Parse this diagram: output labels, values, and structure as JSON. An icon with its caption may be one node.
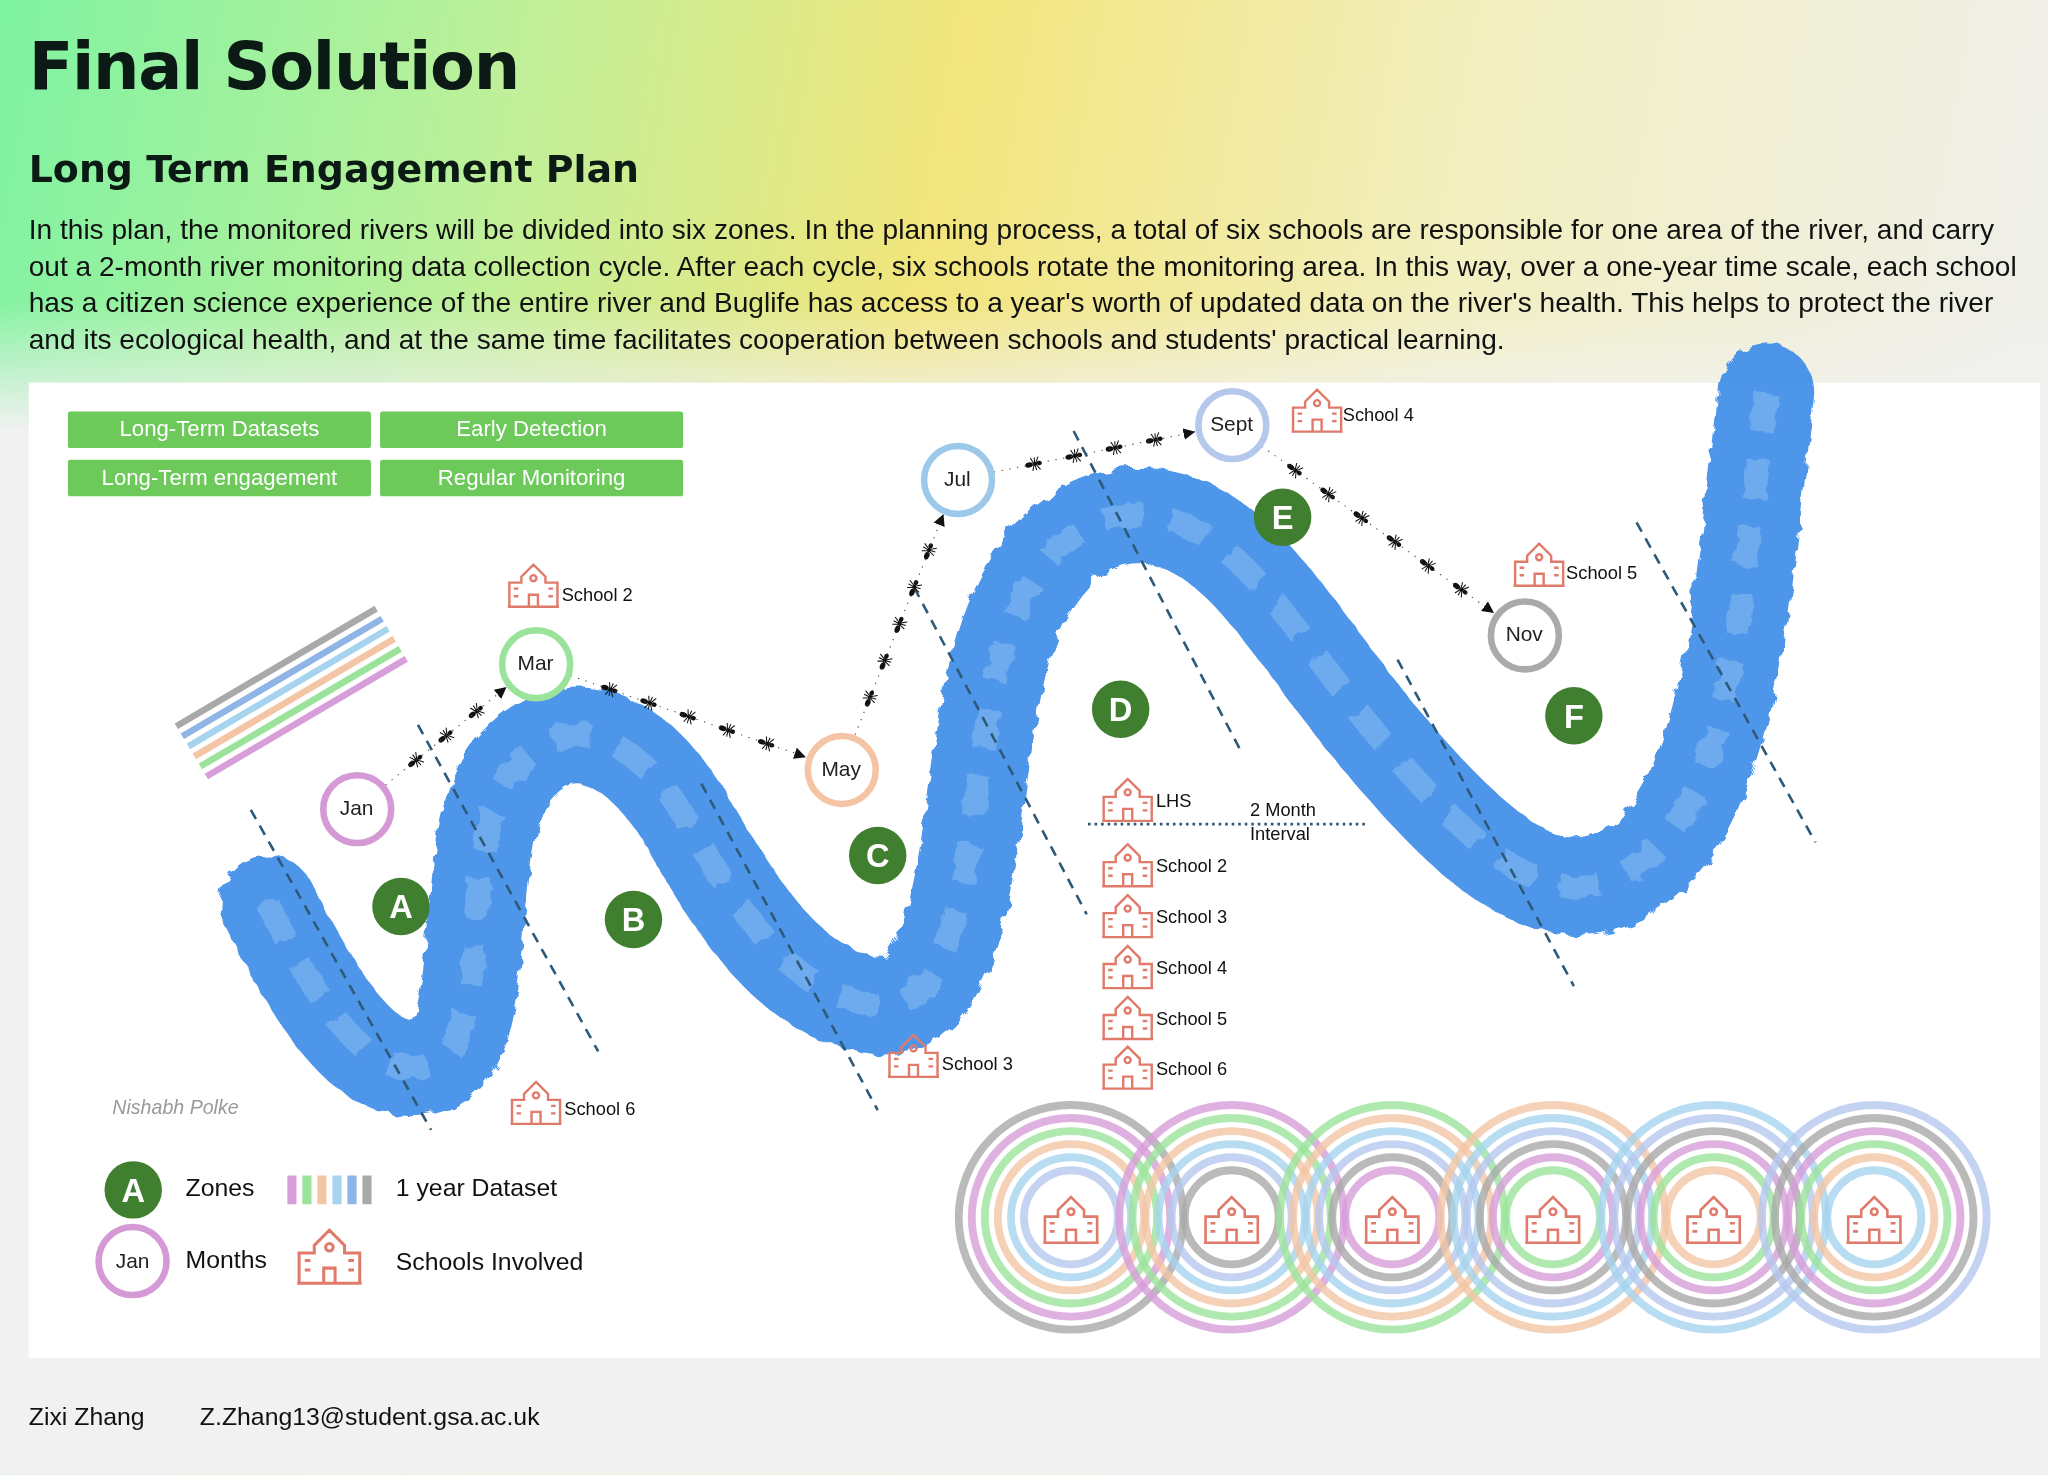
{
  "diagram": {
    "title": "Final Solution",
    "nodes": [
      {
        "text": [
          "Long-Term Datasets"
        ]
      },
      {
        "text": [
          "Early Detection"
        ]
      },
      {
        "text": [
          "Long-Term engagement"
        ]
      },
      {
        "text": [
          "Regular Monitoring"
        ]
      },
      {
        "text": [
          "Jan"
        ]
      },
      {
        "text": [
          "Mar"
        ]
      },
      {
        "text": [
          "May"
        ]
      },
      {
        "text": [
          "Jul"
        ]
      },
      {
        "text": [
          "Sept"
        ]
      },
      {
        "text": [
          "Nov"
        ]
      },
      {
        "text": [
          "A"
        ]
      },
      {
        "text": [
          "B"
        ]
      },
      {
        "text": [
          "C"
        ]
      },
      {
        "text": [
          "D"
        ]
      },
      {
        "text": [
          "E"
        ]
      },
      {
        "text": [
          "F"
        ]
      }
    ],
    "edges": [
      {
        "from": 4,
        "to": 5,
        "arrow": "to"
      },
      {
        "from": 5,
        "to": 6,
        "arrow": "to"
      },
      {
        "from": 6,
        "to": 7,
        "arrow": "to"
      },
      {
        "from": 7,
        "to": 8,
        "arrow": "to"
      },
      {
        "from": 8,
        "to": 9,
        "arrow": "to"
      }
    ],
    "labels": [
      "Long Term Engagement Plan",
      "In this plan, the monitored rivers will be divided into six zones. In the planning process, a total of six schools are responsible for one area of the river, and carry out a 2-month river monitoring data collection cycle. After each cycle, six schools rotate the monitoring area. In this way, over a one-year time scale, each school has a citizen science experience of the entire river and Buglife has access to a year's worth of updated data on the river's health. This helps to protect the river and its ecological health, and at the same time facilitates cooperation between schools and students' practical learning.",
      "School 4",
      "School 5",
      "School 2",
      "LHS",
      "2 Month Interval",
      "School 2",
      "School 3",
      "School 4",
      "School 5",
      "School 6",
      "School 3",
      "School 6",
      "Nishabh Polke",
      "A",
      "Jan",
      "Zixi Zhang",
      "Z.Zhang13@student.gsa.ac.uk"
    ],
    "legend": [
      {
        "text": "Zones"
      },
      {
        "text": "1 year Dataset"
      },
      {
        "text": "Months"
      },
      {
        "text": "Schools Involved"
      }
    ]
  }
}
